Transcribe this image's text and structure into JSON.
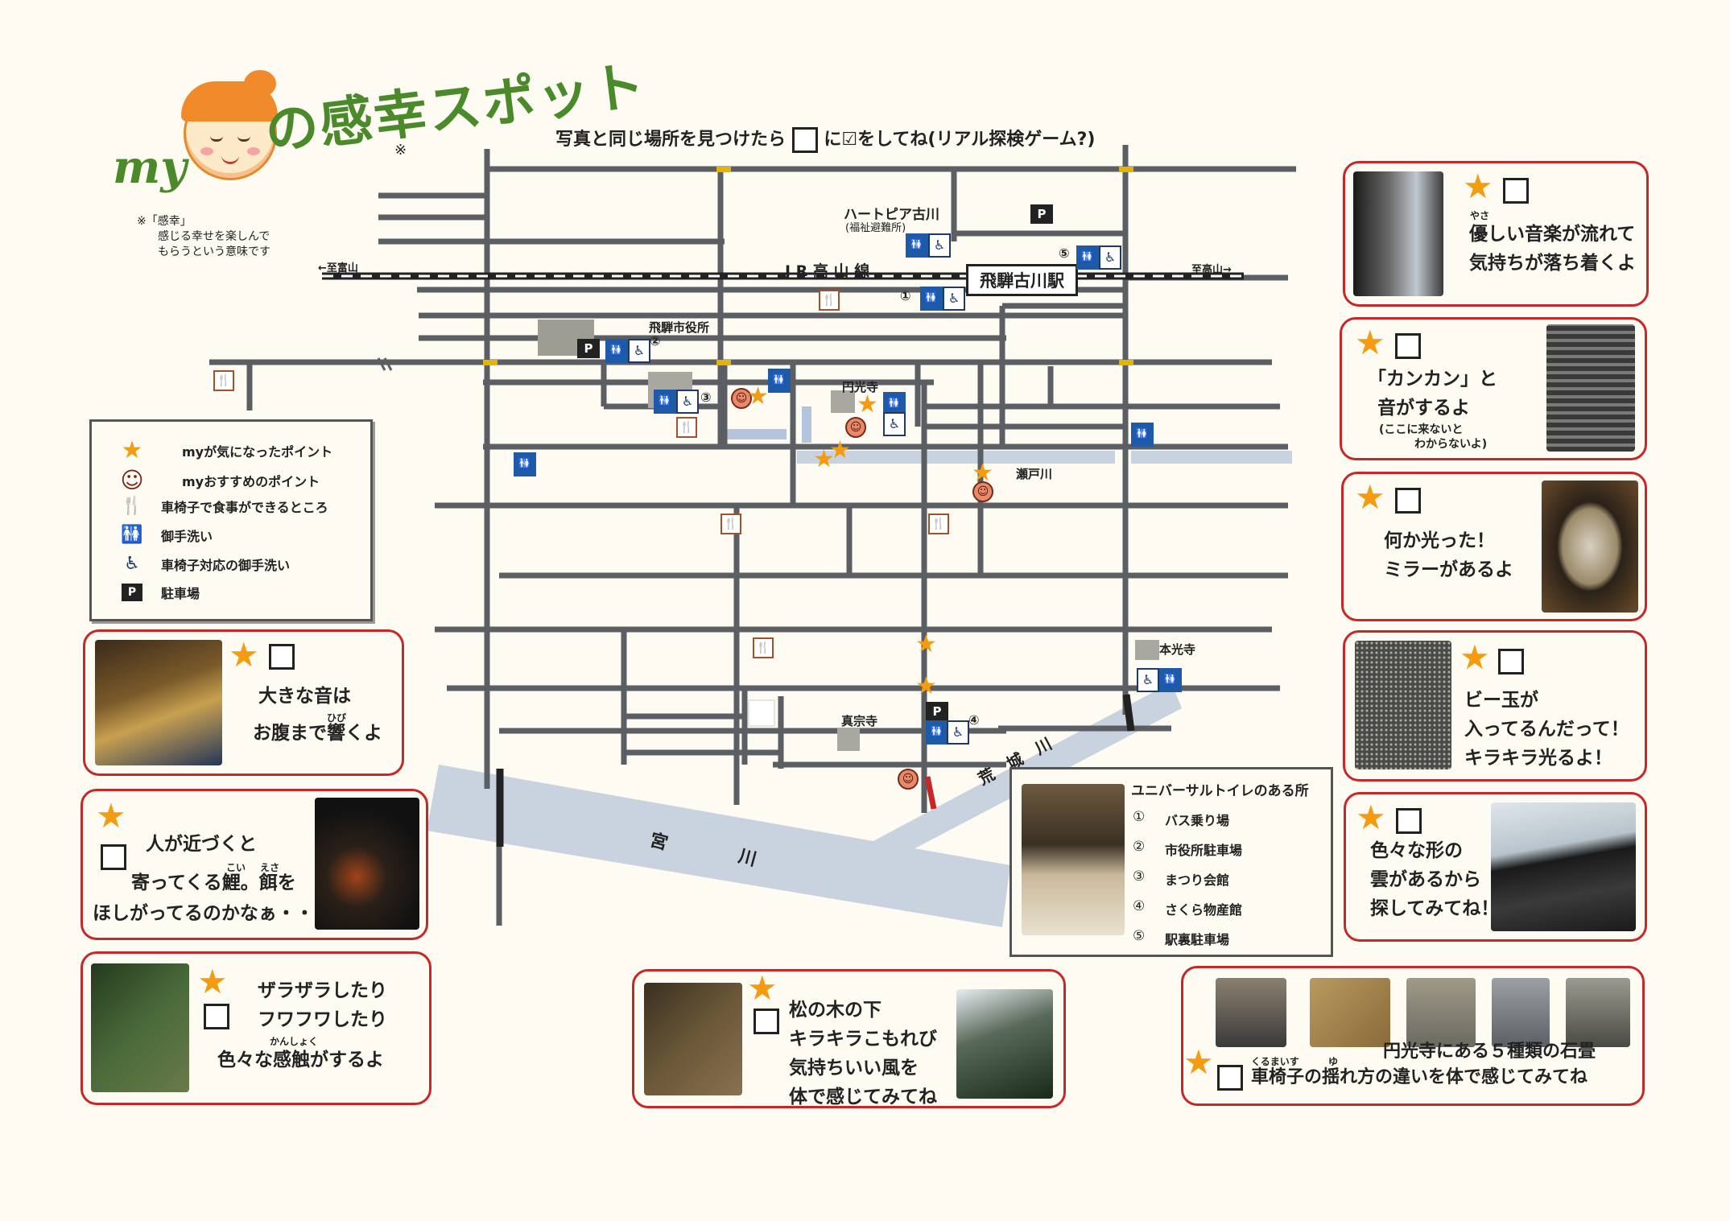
{
  "header": {
    "title_prefix": "my",
    "title_main": "の感幸スポット",
    "asterisk": "※",
    "instruction_before": "写真と同じ場所を見つけたら",
    "instruction_after": "に☑をしてね(リアル探検ゲーム?)",
    "note": [
      "※「感幸」",
      "感じる幸せを楽しんで",
      "もらうという意味です"
    ]
  },
  "legend": {
    "rows": [
      {
        "icon": "star-icon",
        "glyph": "★",
        "label": "myが気になったポイント"
      },
      {
        "icon": "smile-icon",
        "glyph": "☺",
        "label": "myおすすめのポイント"
      },
      {
        "icon": "fork-knife-icon",
        "glyph": "🍴",
        "label": "車椅子で食事ができるところ"
      },
      {
        "icon": "restroom-icon",
        "glyph": "🚻",
        "label": "御手洗い"
      },
      {
        "icon": "wheelchair-restroom-icon",
        "glyph": "♿",
        "label": "車椅子対応の御手洗い"
      },
      {
        "icon": "parking-icon",
        "glyph": "P",
        "label": "駐車場"
      }
    ]
  },
  "map": {
    "labels": {
      "heart_pia": "ハートピア古川",
      "heart_pia_sub": "(福祉避難所)",
      "jr_line": "J R 高 山 線",
      "station": "飛騨古川駅",
      "to_toyama": "←至富山",
      "to_takayama": "至高山→",
      "city_hall": "飛騨市役所",
      "enkoji": "円光寺",
      "seto_river": "瀬戸川",
      "honkoji": "本光寺",
      "shinshuji": "真宗寺",
      "araki_river": "荒　城　川",
      "miya_river_1": "宮",
      "miya_river_2": "川",
      "num1": "①",
      "num2": "②",
      "num3": "③",
      "num4": "④",
      "num5": "⑤"
    },
    "colors": {
      "road": "#5b5e62",
      "river": "#c9d3e0",
      "star": "#f39c12",
      "card_border": "#c62828"
    }
  },
  "universal_toilets": {
    "title": "ユニバーサルトイレのある所",
    "items": [
      {
        "num": "①",
        "label": "バス乗り場"
      },
      {
        "num": "②",
        "label": "市役所駐車場"
      },
      {
        "num": "③",
        "label": "まつり会館"
      },
      {
        "num": "④",
        "label": "さくら物産館"
      },
      {
        "num": "⑤",
        "label": "駅裏駐車場"
      }
    ]
  },
  "cards": {
    "c1": {
      "lines": [
        "大きな音は",
        "お腹まで響くよ"
      ],
      "ruby": "ひび"
    },
    "c2": {
      "lines": [
        "人が近づくと",
        "寄ってくる鯉。餌を",
        "ほしがってるのかなぁ・・"
      ],
      "ruby1": "こい",
      "ruby2": "えさ"
    },
    "c3": {
      "lines": [
        "ザラザラしたり",
        "フワフワしたり",
        "色々な感触がするよ"
      ],
      "ruby": "かんしょく"
    },
    "c4": {
      "lines": [
        "松の木の下",
        "キラキラこもれび",
        "気持ちいい風を",
        "体で感じてみてね"
      ]
    },
    "c5": {
      "caption": "円光寺にある５種類の石畳",
      "line": "車椅子の揺れ方の違いを体で感じてみてね",
      "ruby1": "くるまいす",
      "ruby2": "ゆ"
    },
    "r1": {
      "lines": [
        "優しい音楽が流れて",
        "気持ちが落ち着くよ"
      ],
      "ruby": "やさ"
    },
    "r2": {
      "lines": [
        "「カンカン」と",
        "音がするよ"
      ],
      "small": [
        "(ここに来ないと",
        "わからないよ)"
      ]
    },
    "r3": {
      "lines": [
        "何か光った！",
        "ミラーがあるよ"
      ]
    },
    "r4": {
      "lines": [
        "ビー玉が",
        "入ってるんだって！",
        "キラキラ光るよ！"
      ]
    },
    "r5": {
      "lines": [
        "色々な形の",
        "雲があるから",
        "探してみてね！"
      ]
    }
  }
}
